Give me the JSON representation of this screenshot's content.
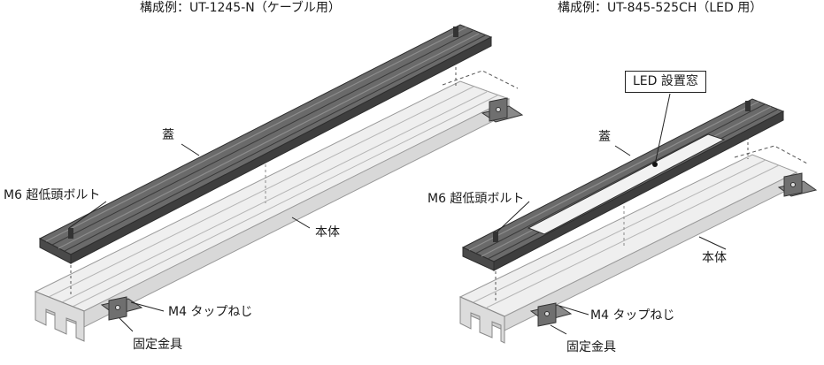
{
  "left": {
    "title": "構成例：UT-1245-N（ケーブル用）",
    "labels": {
      "lid": "蓋",
      "bolt": "M6 超低頭ボルト",
      "body": "本体",
      "tap": "M4 タップねじ",
      "bracket": "固定金具"
    }
  },
  "right": {
    "title": "構成例：UT-845-525CH（LED 用）",
    "window_label": "LED 設置窓",
    "labels": {
      "lid": "蓋",
      "bolt": "M6 超低頭ボルト",
      "body": "本体",
      "tap": "M4 タップねじ",
      "bracket": "固定金具"
    }
  },
  "colors": {
    "lid": "#5f5f5f",
    "lid_dark": "#3a3a3a",
    "lid_light": "#8a8a8a",
    "body": "#e6e6e6",
    "body_line": "#9a9a9a",
    "bracket": "#7a7a7a"
  }
}
